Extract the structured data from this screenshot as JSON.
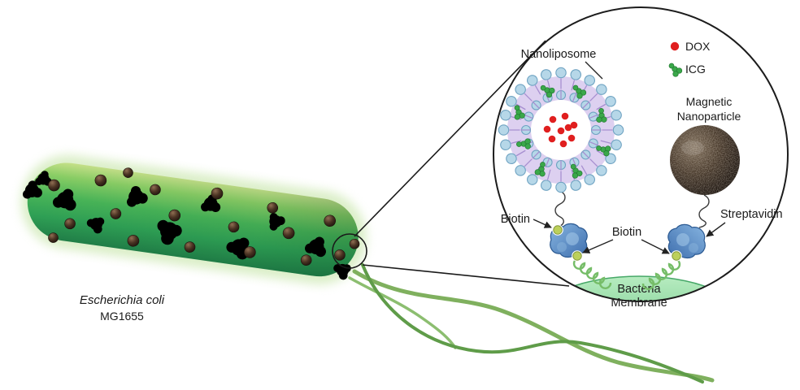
{
  "figure": {
    "organism": {
      "name": "Escherichia coli",
      "strain": "MG1655"
    },
    "inset": {
      "nanoliposome_label": "Nanoliposome",
      "legend": {
        "dox": {
          "label": "DOX",
          "color": "#e01f1f"
        },
        "icg": {
          "label": "ICG",
          "color": "#3aa84a"
        }
      },
      "magnetic_nanoparticle": {
        "line1": "Magnetic",
        "line2": "Nanoparticle"
      },
      "biotin_left_label": "Biotin",
      "biotin_center_label": "Biotin",
      "streptavidin_label": "Streptavidin",
      "membrane": {
        "line1": "Bacteria",
        "line2": "Membrane"
      }
    },
    "colors": {
      "bacterium_green": "#3cb054",
      "membrane_green": "#8fd6a0",
      "streptavidin_blue": "#4a7fbe",
      "biotin_green": "#bcd05b",
      "nanoparticle_brown": "#241710",
      "lipid_head_blue": "#b6d7e8",
      "lipid_tail_purple": "#a78fd0",
      "flagella_green": "#6fa352"
    }
  }
}
